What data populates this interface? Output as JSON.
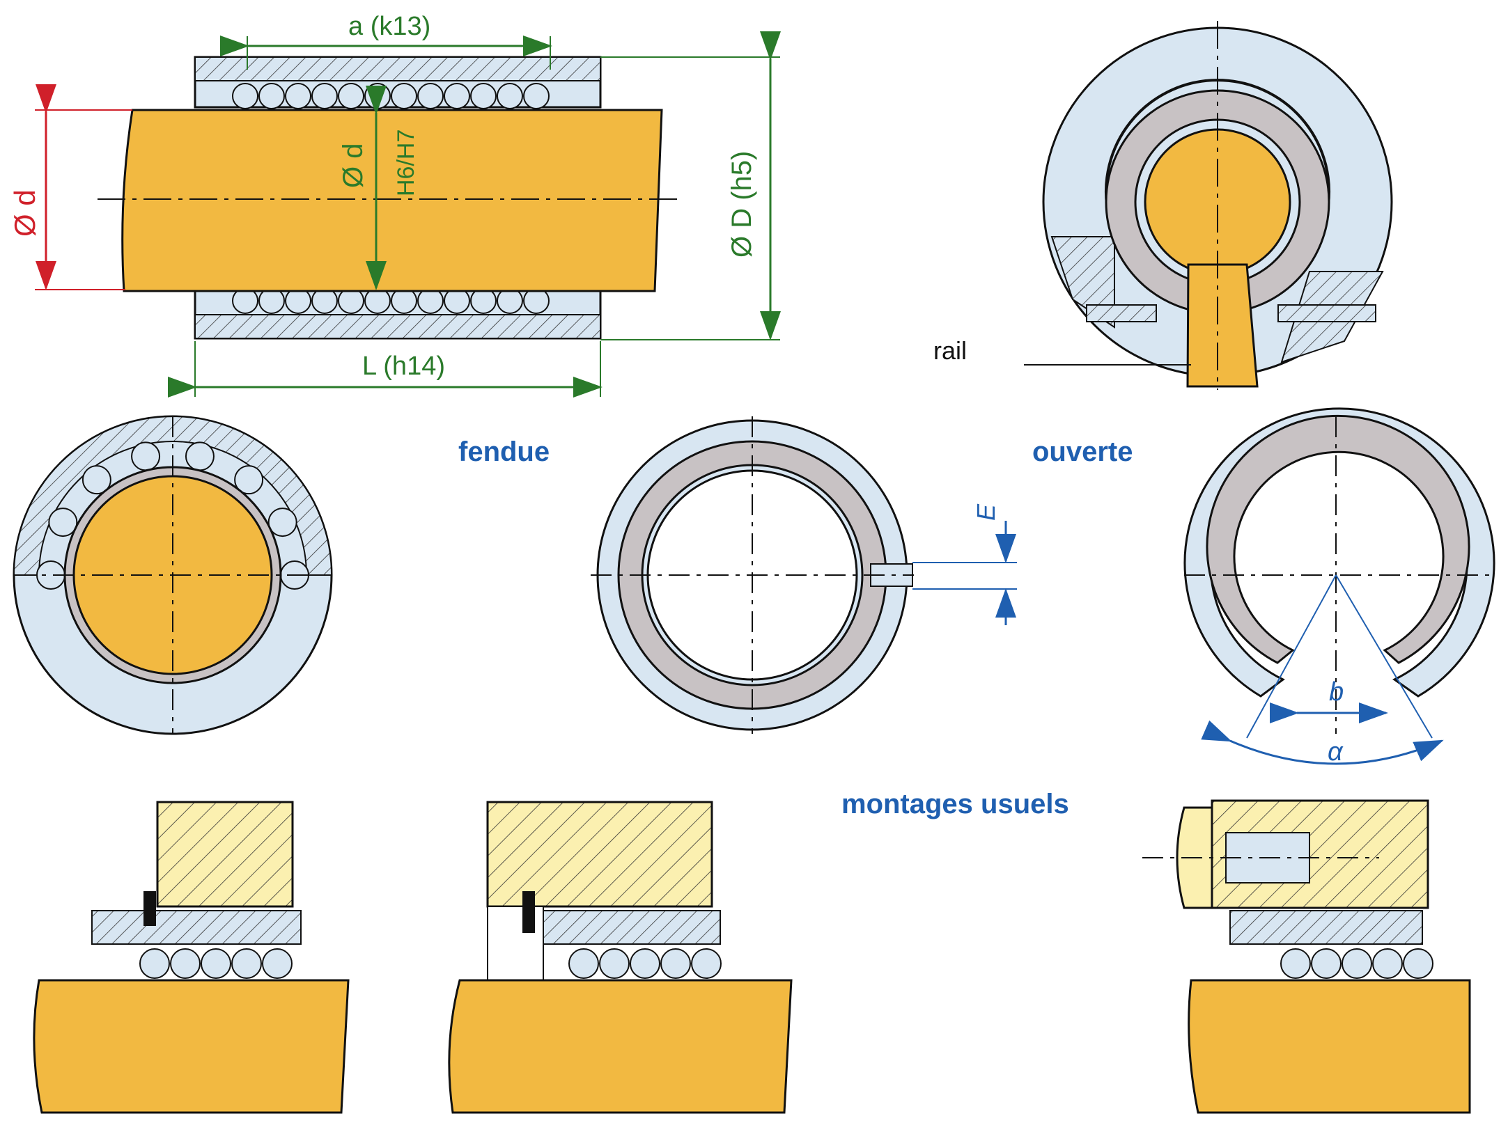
{
  "labels": {
    "a": "a (k13)",
    "d_left": "Ø d",
    "d_inner": "Ø d",
    "fit": "H6/H7",
    "D": "Ø D (h5)",
    "L": "L (h14)",
    "rail": "rail",
    "E": "E",
    "b": "b",
    "alpha": "α"
  },
  "headings": {
    "fendue": "fendue",
    "ouverte": "ouverte",
    "montages": "montages usuels"
  },
  "colors": {
    "shaft": "#f2b941",
    "sleeve": "#d8e6f2",
    "cage": "#c8c2c4",
    "housing": "#fbf0b0",
    "dim_green": "#2a7a2a",
    "dim_red": "#d0202a",
    "dim_blue": "#1f5fb0"
  }
}
